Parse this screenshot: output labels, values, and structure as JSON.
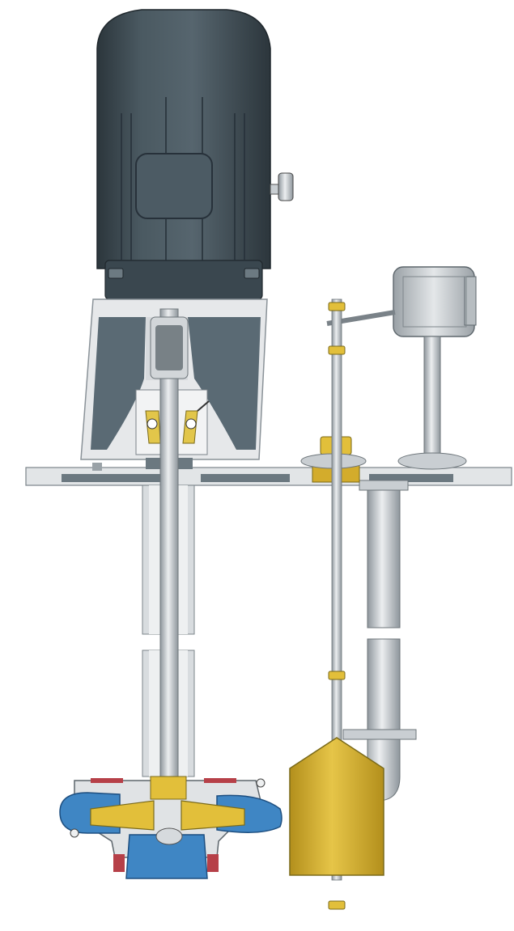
{
  "figure": {
    "subject": "vertical-sump-pump-with-level-float-switch",
    "colors": {
      "background": "#ffffff",
      "motor": "#3e4c54",
      "motor_dark": "#2c363c",
      "motor_light": "#56656e",
      "frame": "#e6e8ea",
      "frame_window": "#5a6a74",
      "steel": "#c9ced2",
      "steel_light": "#eceef0",
      "steel_dark": "#8e969c",
      "casing_blue": "#3f86c4",
      "casing_blue_dark": "#2b6aa3",
      "impeller_yellow": "#e2bf3a",
      "float_gold": "#d3ac2c",
      "float_gold_dark": "#b38f1c",
      "gasket_red": "#b64048",
      "outline": "#2b2b2b"
    },
    "components": [
      "electric-motor",
      "motor-terminal-box-gland",
      "motor-bracket",
      "shaft",
      "bearing-housing",
      "mounting-plate",
      "column-pipe",
      "discharge-pipe",
      "discharge-flange",
      "pump-casing",
      "impeller",
      "float-rod",
      "float-switch-housing",
      "level-switch-body",
      "float"
    ]
  }
}
